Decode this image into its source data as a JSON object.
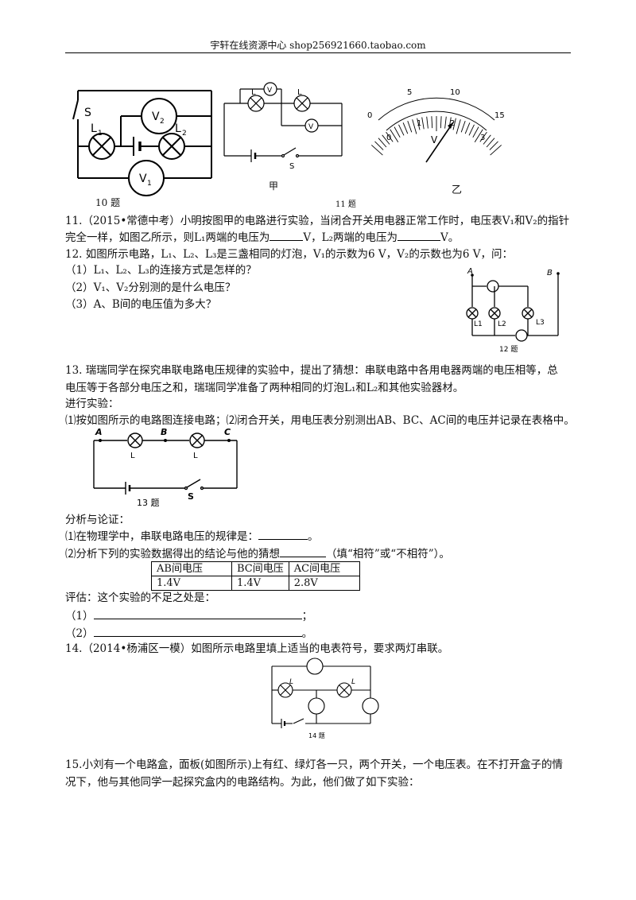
{
  "header": {
    "text": "宇轩在线资源中心   shop256921660.taobao.com"
  },
  "figures": {
    "fig10": {
      "label": "10 题",
      "s": "S",
      "v1": "V",
      "v1sub": "1",
      "v2": "V",
      "v2sub": "2",
      "l1": "L",
      "l1sub": "1",
      "l2": "L",
      "l2sub": "2"
    },
    "fig11a": {
      "label": "甲",
      "v1": "V",
      "v2": "V",
      "l1": "L",
      "l2": "L",
      "s": "S"
    },
    "fig11b": {
      "label": "乙",
      "fig_number": "11 题",
      "outer_ticks": [
        "0",
        "5",
        "10",
        "15"
      ],
      "inner_ticks": [
        "0",
        "1",
        "2",
        "3"
      ],
      "needle_label": "V"
    },
    "fig12": {
      "label": "12 题",
      "a": "A",
      "b": "B",
      "l1": "L1",
      "l2": "L2",
      "l3": "L3"
    },
    "fig13": {
      "label": "13 题",
      "a": "A",
      "b": "B",
      "c": "C",
      "l1": "L",
      "l2": "L",
      "s": "S"
    },
    "fig14": {
      "label": "14 题",
      "l1": "L",
      "l2": "L"
    }
  },
  "q11": {
    "line1": "11.（2015•常德中考）小明按图甲的电路进行实验，当闭合开关用电器正常工作时，电压表V₁和V₂的指针",
    "line2_a": "完全一样，如图乙所示，则L₁两端的电压为",
    "line2_b": "V，L₂两端的电压为",
    "line2_c": "V。"
  },
  "q12": {
    "stem": "12.  如图所示电路，L₁、L₂、L₃是三盏相同的灯泡，V₁的示数为6 V，V₂的示数也为6 V，问：",
    "sub1": "（1）L₁、L₂、L₃的连接方式是怎样的？",
    "sub2": "（2）V₁、V₂分别测的是什么电压？",
    "sub3": "（3）A、B间的电压值为多大？"
  },
  "q13": {
    "line1": "13.  瑞瑞同学在探究串联电路电压规律的实验中，提出了猜想：串联电路中各用电器两端的电压相等，总",
    "line2": "电压等于各部分电压之和，瑞瑞同学准备了两种相同的灯泡L₁和L₂和其他实验器材。",
    "line3": "进行实验：",
    "line4": "⑴按如图所示的电路图连接电路；⑵闭合开关，用电压表分别测出AB、BC、AC间的电压并记录在表格中。",
    "analysis": "分析与论证：",
    "a1_a": "⑴在物理学中，串联电路电压的规律是：",
    "a1_b": "。",
    "a2_a": "⑵分析下列的实验数据得出的结论与他的猜想",
    "a2_b": "（填“相符”或“不相符”）。",
    "table_headers": [
      "AB间电压",
      "BC间电压",
      "AC间电压"
    ],
    "table_values": [
      "1.4V",
      "1.4V",
      "2.8V"
    ],
    "eval": "评估：这个实验的不足之处是：",
    "e1_a": "（1）",
    "e1_b": "；",
    "e2_a": "（2）",
    "e2_b": "。"
  },
  "q14": {
    "stem": "14.（2014•杨浦区一模）如图所示电路里填上适当的电表符号，要求两灯串联。"
  },
  "q15": {
    "line1": "15.小刘有一个电路盒，面板(如图所示)上有红、绿灯各一只，两个开关，一个电压表。在不打开盒子的情",
    "line2": "况下，他与其他同学一起探究盒内的电路结构。为此，他们做了如下实验："
  }
}
